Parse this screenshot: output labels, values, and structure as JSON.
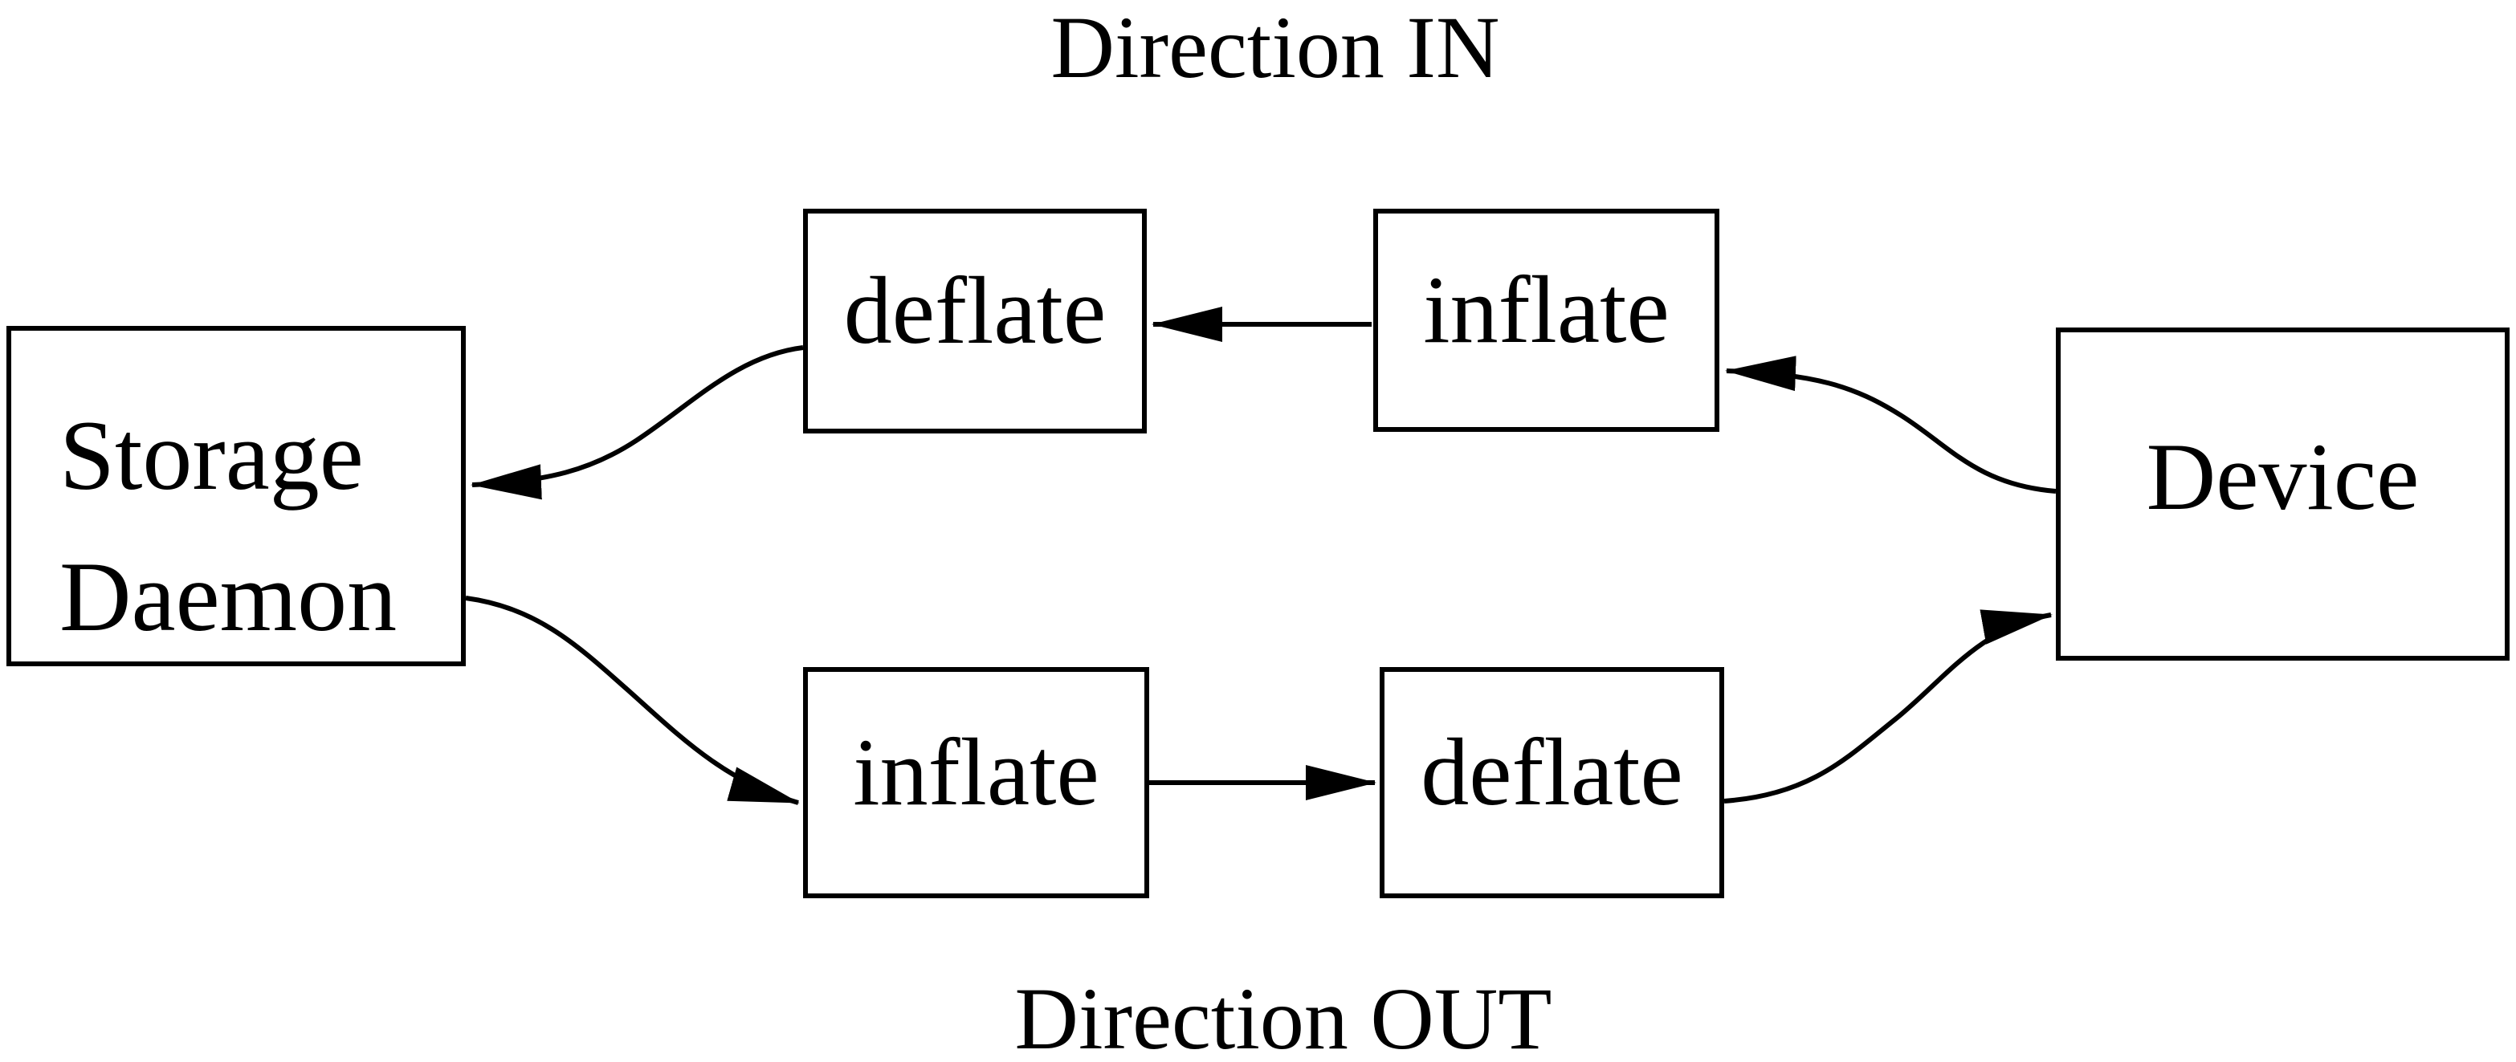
{
  "diagram": {
    "titles": {
      "top": "Direction IN",
      "bottom": "Direction OUT"
    },
    "colors": {
      "foreground": "#000000",
      "background": "#ffffff"
    },
    "nodes": {
      "storage_daemon": {
        "label_line1": "Storage",
        "label_line2": "Daemon"
      },
      "device": {
        "label": "Device"
      },
      "in_deflate": {
        "label": "deflate"
      },
      "in_inflate": {
        "label": "inflate"
      },
      "out_inflate": {
        "label": "inflate"
      },
      "out_deflate": {
        "label": "deflate"
      }
    },
    "edges": [
      {
        "from": "device",
        "to": "in_inflate",
        "direction": "IN"
      },
      {
        "from": "in_inflate",
        "to": "in_deflate",
        "direction": "IN"
      },
      {
        "from": "in_deflate",
        "to": "storage_daemon",
        "direction": "IN"
      },
      {
        "from": "storage_daemon",
        "to": "out_inflate",
        "direction": "OUT"
      },
      {
        "from": "out_inflate",
        "to": "out_deflate",
        "direction": "OUT"
      },
      {
        "from": "out_deflate",
        "to": "device",
        "direction": "OUT"
      }
    ]
  }
}
